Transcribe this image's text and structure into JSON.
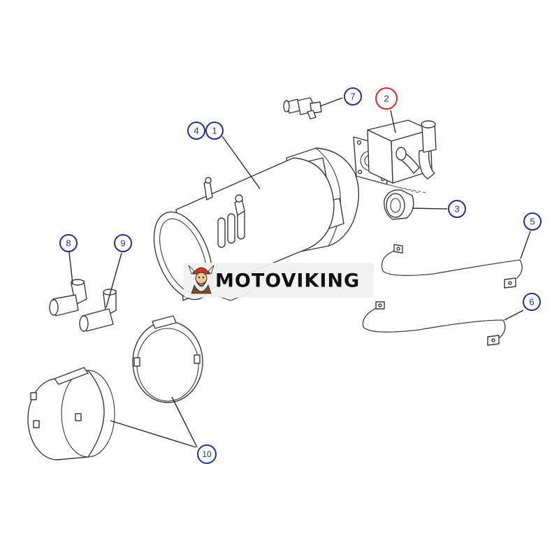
{
  "diagram": {
    "highlighted_callout": "2",
    "callouts": [
      {
        "id": "callout-1",
        "label": "1",
        "part": "motor-body"
      },
      {
        "id": "callout-2",
        "label": "2",
        "part": "pump-housing",
        "highlighted": true
      },
      {
        "id": "callout-3",
        "label": "3",
        "part": "cap"
      },
      {
        "id": "callout-4",
        "label": "4",
        "part": "motor-body"
      },
      {
        "id": "callout-5",
        "label": "5",
        "part": "cable-upper"
      },
      {
        "id": "callout-6",
        "label": "6",
        "part": "cable-lower"
      },
      {
        "id": "callout-7",
        "label": "7",
        "part": "valve-fitting"
      },
      {
        "id": "callout-8",
        "label": "8",
        "part": "elbow-fitting-a"
      },
      {
        "id": "callout-9",
        "label": "9",
        "part": "elbow-fitting-b"
      },
      {
        "id": "callout-10",
        "label": "10",
        "part": "clamp-bands"
      }
    ],
    "colors": {
      "callout_ring": "#2b2f86",
      "callout_text": "#2b2f86",
      "highlight_ring": "#d62b2b",
      "line": "#3a3a3a"
    }
  },
  "watermark": {
    "text": "MOTOVIKING",
    "logo": "viking-mascot-logo"
  }
}
